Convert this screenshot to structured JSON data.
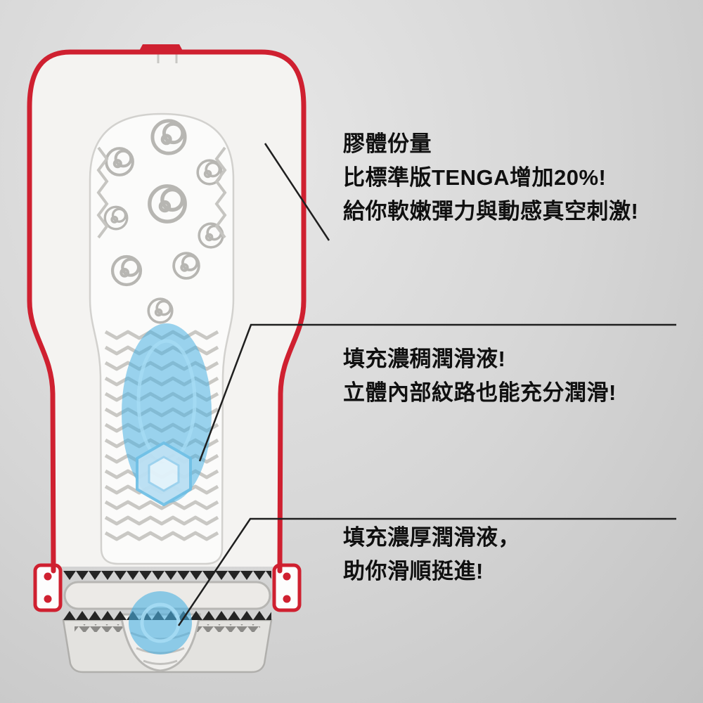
{
  "background": {
    "light": "#e7e7e7",
    "dark": "#c2c2c2"
  },
  "diagram": {
    "label": "product-cross-section",
    "outline_color": "#cf2030",
    "body_color": "#f4f3f1",
    "cavity_color": "#fbfbfa",
    "texture_color": "#b7b6b2",
    "lube_color": "#49b0e2",
    "teeth_color": "#242424"
  },
  "callouts": [
    {
      "id": "gel-amount",
      "lines": [
        "膠體份量",
        "比標準版TENGA增加20%!",
        "給你軟嫩彈力與動感真空刺激!"
      ]
    },
    {
      "id": "thick-lube",
      "lines": [
        "填充濃稠潤滑液!",
        "立體內部紋路也能充分潤滑!"
      ]
    },
    {
      "id": "entry-lube",
      "lines": [
        "填充濃厚潤滑液，",
        "助你滑順挺進!"
      ]
    }
  ]
}
